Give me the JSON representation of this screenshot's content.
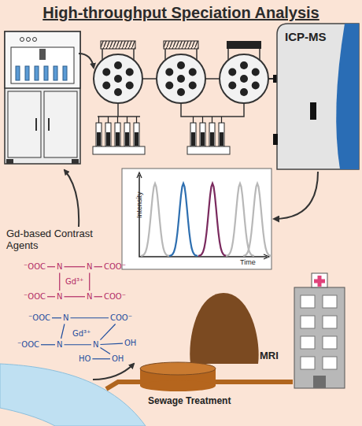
{
  "diagram": {
    "title": "High-throughput Speciation Analysis",
    "nodes": [
      {
        "text": [
          "ICP-MS"
        ]
      },
      {
        "text": [
          "Intensity",
          "Time"
        ]
      },
      {
        "text": [
          "MRI"
        ]
      }
    ],
    "edges": [
      {
        "from": 0,
        "to": 1,
        "arrow": "to"
      }
    ],
    "labels": [
      "Gd-based Contrast Agents",
      "⁻OOC",
      "N",
      "N",
      "COO⁻",
      "Gd³⁺",
      "⁻OOC",
      "N",
      "N",
      "COO⁻",
      "⁻OOC",
      "N",
      "COO⁻",
      "Gd³⁺",
      "⁻OOC",
      "N",
      "N",
      "OH",
      "HO",
      "OH",
      "Sewage Treatment"
    ]
  }
}
